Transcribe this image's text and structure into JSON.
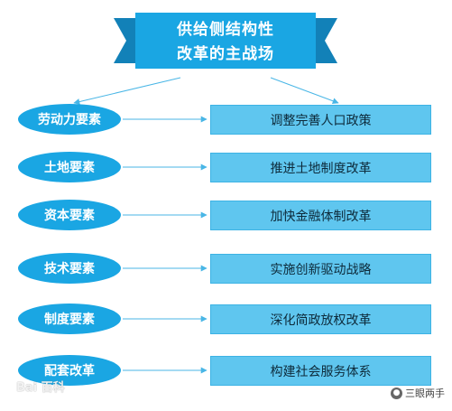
{
  "title": {
    "line1": "供给侧结构性",
    "line2": "改革的主战场"
  },
  "factors": [
    "劳动力要素",
    "土地要素",
    "资本要素",
    "技术要素",
    "制度要素",
    "配套改革"
  ],
  "reforms": [
    "调整完善人口政策",
    "推进土地制度改革",
    "加快金融体制改革",
    "实施创新驱动战略",
    "深化简政放权改革",
    "构建社会服务体系"
  ],
  "watermark": {
    "left": "Bai 百科",
    "right": "三眼两手"
  },
  "colors": {
    "primary": "#1aa6e3",
    "box": "#5fc6ef",
    "arrow": "#49b6e6"
  }
}
